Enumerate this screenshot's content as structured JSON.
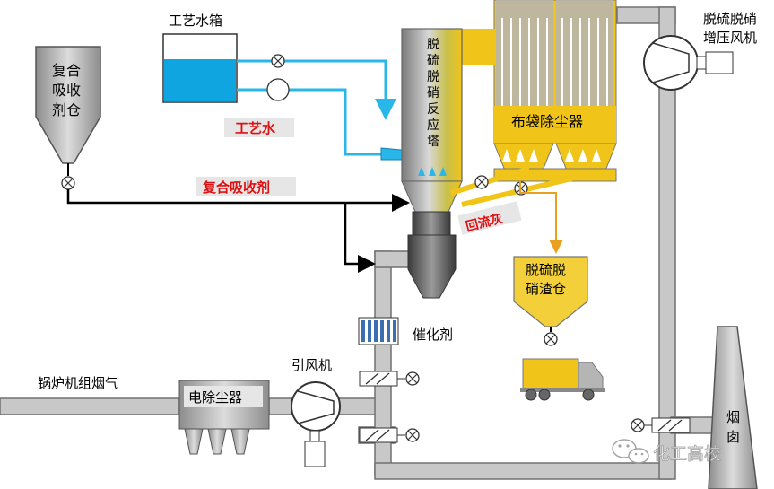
{
  "labels": {
    "process_water_tank": "工艺水箱",
    "process_water": "工艺水",
    "absorbent_silo": [
      "复合",
      "吸收",
      "剂仓"
    ],
    "composite_absorbent": "复合吸收剂",
    "reactor_tower": [
      "脱",
      "硫",
      "脱",
      "硝",
      "反",
      "应",
      "塔"
    ],
    "bag_filter": "布袋除尘器",
    "recirculated_ash": "回流灰",
    "booster_fan": [
      "脱硫脱硝",
      "增压风机"
    ],
    "residue_silo": [
      "脱硫脱",
      "硝渣仓"
    ],
    "catalyst": "催化剂",
    "induced_draft_fan": "引风机",
    "boiler_flue_gas": "锅炉机组烟气",
    "electrostatic_precipitator": "电除尘器",
    "chimney": [
      "烟",
      "囱"
    ],
    "watermark": "化工高校"
  },
  "colors": {
    "water": "#29b6e8",
    "duct": "#c8c8c8",
    "duct_outline": "#707070",
    "flow_line": "#000000",
    "ash_yellow": "#f0c419",
    "ash_line": "#e8a020",
    "highlight_red": "#e01010",
    "label_box": "#e6e6e6",
    "silo_grey": "#bdbdbd"
  },
  "icons": [
    "valve-icon",
    "pump-icon",
    "fan-icon",
    "truck-icon",
    "wechat-icon"
  ]
}
